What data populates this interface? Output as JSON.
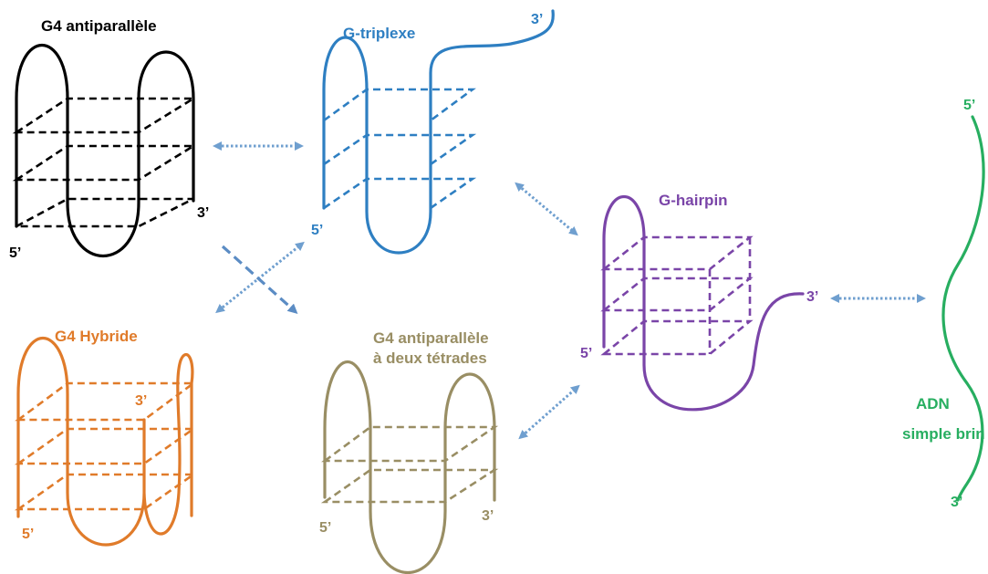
{
  "colors": {
    "g4_antiparallel": "#000000",
    "g_triplex": "#2e7fc2",
    "g_hairpin": "#7a45a8",
    "g4_hybrid": "#e07b2a",
    "g4_two_tetrads": "#998e64",
    "ssdna": "#27ae60",
    "arrow": "#6f9fcf"
  },
  "labels": {
    "g4_antiparallel": "G4 antiparallèle",
    "g_triplex": "G-triplexe",
    "g_hairpin": "G-hairpin",
    "g4_hybrid": "G4 Hybride",
    "g4_two_tetrads_line1": "G4 antiparallèle",
    "g4_two_tetrads_line2": "à deux tétrades",
    "ssdna_line1": "ADN",
    "ssdna_line2": "simple brin"
  },
  "ends": {
    "five": "5’",
    "three": "3’"
  }
}
